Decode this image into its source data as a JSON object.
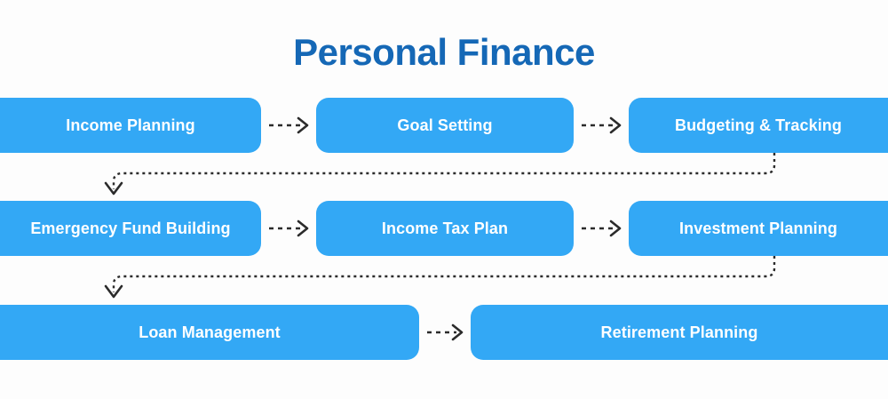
{
  "diagram": {
    "title": "Personal Finance",
    "title_color": "#1568b6",
    "node_color": "#33a8f5",
    "node_text_color": "#ffffff",
    "connector_color": "#2b2b2b",
    "background_color": "#fdfdfd",
    "rows": [
      {
        "nodes": [
          {
            "label": "Income Planning"
          },
          {
            "label": "Goal Setting"
          },
          {
            "label": "Budgeting & Tracking"
          }
        ]
      },
      {
        "nodes": [
          {
            "label": "Emergency Fund Building"
          },
          {
            "label": "Income Tax Plan"
          },
          {
            "label": "Investment Planning"
          }
        ]
      },
      {
        "nodes": [
          {
            "label": "Loan Management"
          },
          {
            "label": "Retirement Planning"
          }
        ]
      }
    ],
    "flow_sequence": [
      "Income Planning",
      "Goal Setting",
      "Budgeting & Tracking",
      "Emergency Fund Building",
      "Income Tax Plan",
      "Investment Planning",
      "Loan Management",
      "Retirement Planning"
    ]
  }
}
